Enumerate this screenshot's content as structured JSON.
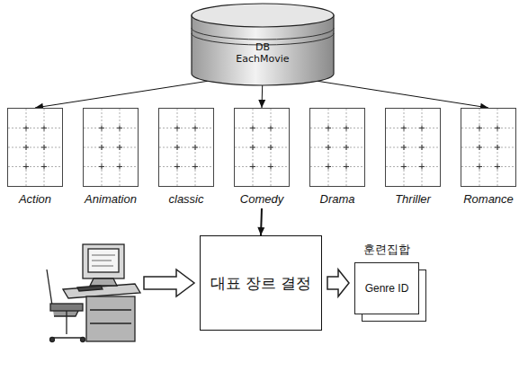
{
  "diagram": {
    "nodes": [
      {
        "text": [
          "DB",
          "EachMovie"
        ]
      },
      {
        "text": [
          "Action"
        ]
      },
      {
        "text": [
          "Animation"
        ]
      },
      {
        "text": [
          "classic"
        ]
      },
      {
        "text": [
          "Comedy"
        ]
      },
      {
        "text": [
          "Drama"
        ]
      },
      {
        "text": [
          "Thriller"
        ]
      },
      {
        "text": [
          "Romance"
        ]
      },
      {
        "text": [
          "대표 장르 결정"
        ]
      },
      {
        "text": [
          "훈련집합",
          "Genre ID"
        ]
      }
    ],
    "edges": [
      {
        "from": 0,
        "to": 1,
        "arrow": "to"
      },
      {
        "from": 0,
        "to": 4,
        "arrow": "to"
      },
      {
        "from": 0,
        "to": 7,
        "arrow": "to"
      },
      {
        "from": 4,
        "to": 8,
        "arrow": "to"
      },
      {
        "from": 8,
        "to": 9,
        "arrow": "to"
      }
    ]
  }
}
